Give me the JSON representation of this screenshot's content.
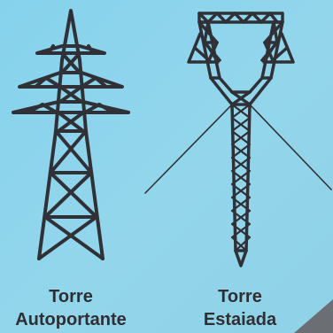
{
  "towers": [
    {
      "name_line1": "Torre",
      "name_line2": "Autoportante"
    },
    {
      "name_line1": "Torre",
      "name_line2": "Estaiada"
    }
  ],
  "colors": {
    "background": "#8fd4ec",
    "tower_stroke": "#2f3136",
    "corner_fold": "#6b6e73"
  }
}
